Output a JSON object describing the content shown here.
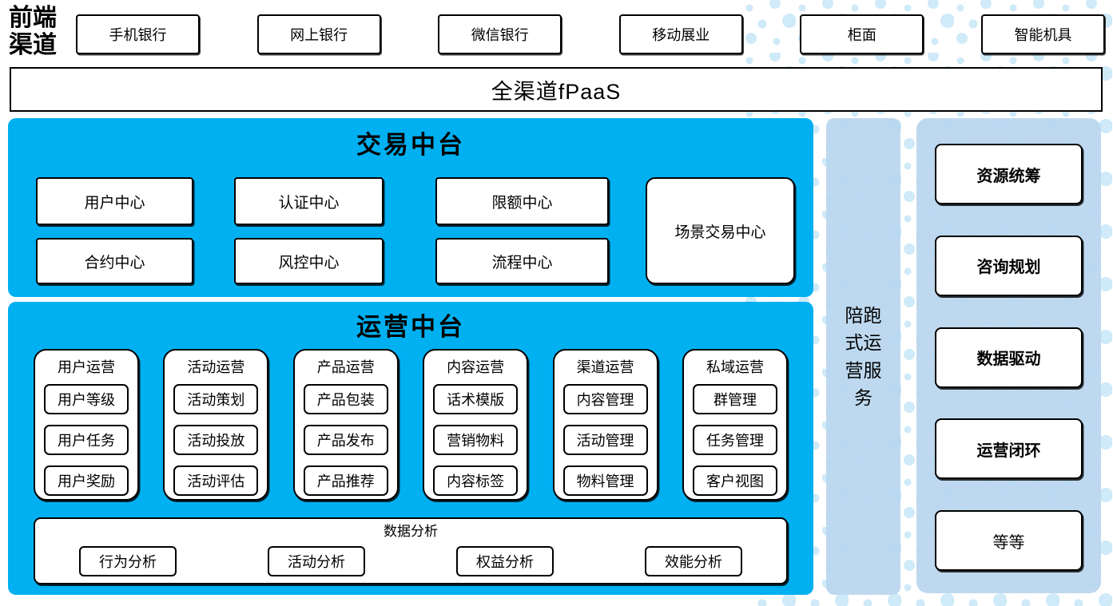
{
  "header": {
    "frontend_label": "前端渠道",
    "channels": [
      "手机银行",
      "网上银行",
      "微信银行",
      "移动展业",
      "柜面",
      "智能机具"
    ],
    "fpaas_label": "全渠道fPaaS"
  },
  "trade_platform": {
    "title": "交易中台",
    "row1": [
      "用户中心",
      "认证中心",
      "限额中心"
    ],
    "row2": [
      "合约中心",
      "风控中心",
      "流程中心"
    ],
    "scene_center": "场景交易中心"
  },
  "operation_platform": {
    "title": "运营中台",
    "groups": [
      {
        "title": "用户运营",
        "items": [
          "用户等级",
          "用户任务",
          "用户奖励"
        ]
      },
      {
        "title": "活动运营",
        "items": [
          "活动策划",
          "活动投放",
          "活动评估"
        ]
      },
      {
        "title": "产品运营",
        "items": [
          "产品包装",
          "产品发布",
          "产品推荐"
        ]
      },
      {
        "title": "内容运营",
        "items": [
          "话术模版",
          "营销物料",
          "内容标签"
        ]
      },
      {
        "title": "渠道运营",
        "items": [
          "内容管理",
          "活动管理",
          "物料管理"
        ]
      },
      {
        "title": "私域运营",
        "items": [
          "群管理",
          "任务管理",
          "客户视图"
        ]
      }
    ],
    "analysis": {
      "title": "数据分析",
      "items": [
        "行为分析",
        "活动分析",
        "权益分析",
        "效能分析"
      ]
    }
  },
  "right_side": {
    "ribbon_label": "陪跑式运营服务",
    "panel_items": [
      {
        "label": "资源统筹",
        "bold": true
      },
      {
        "label": "咨询规划",
        "bold": true
      },
      {
        "label": "数据驱动",
        "bold": true
      },
      {
        "label": "运营闭环",
        "bold": true
      },
      {
        "label": "等等",
        "bold": false
      }
    ]
  },
  "colors": {
    "primary_blue": "#00b0f0",
    "panel_blue": "#bdd7ee",
    "dot_blue": "#cfeaf8",
    "border_black": "#000000"
  }
}
